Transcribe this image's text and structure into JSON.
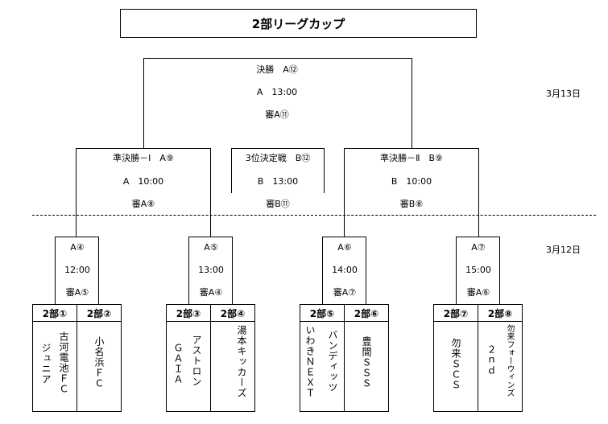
{
  "title": "2部リーグカップ",
  "dates": {
    "day2": "3月13日",
    "day1": "3月12日"
  },
  "final": {
    "label": "決勝　A⑫",
    "time": "A　13:00",
    "ref": "審A⑪"
  },
  "semi1": {
    "label": "準決勝－Ⅰ　A⑨",
    "time": "A　10:00",
    "ref": "審A⑧"
  },
  "third": {
    "label": "3位決定戦　B⑫",
    "time": "B　13:00",
    "ref": "審B⑪"
  },
  "semi2": {
    "label": "準決勝－Ⅱ　B⑨",
    "time": "B　10:00",
    "ref": "審B⑧"
  },
  "qf": [
    {
      "label": "A④",
      "time": "12:00",
      "ref": "審A⑤"
    },
    {
      "label": "A⑤",
      "time": "13:00",
      "ref": "審A④"
    },
    {
      "label": "A⑥",
      "time": "14:00",
      "ref": "審A⑦"
    },
    {
      "label": "A⑦",
      "time": "15:00",
      "ref": "審A⑥"
    }
  ],
  "teams": [
    {
      "seed": "2部①",
      "lines": [
        "古河電池ＦＣ",
        "ジュニア"
      ]
    },
    {
      "seed": "2部②",
      "lines": [
        "小名浜ＦＣ"
      ]
    },
    {
      "seed": "2部③",
      "lines": [
        "ＧＡＩＡ"
      ]
    },
    {
      "seed": "2部④",
      "lines": [
        "湯本キッカーズ",
        "アストロン"
      ]
    },
    {
      "seed": "2部⑤",
      "lines": [
        "バンディッツ",
        "いわきＮＥＸＴ"
      ]
    },
    {
      "seed": "2部⑥",
      "lines": [
        "豊間ＳＳＳ"
      ]
    },
    {
      "seed": "2部⑦",
      "lines": [
        "勿来ＳＣＳ"
      ]
    },
    {
      "seed": "2部⑧",
      "lines": [
        "勿来フォーウィンズ",
        "２ｎｄ"
      ]
    }
  ]
}
